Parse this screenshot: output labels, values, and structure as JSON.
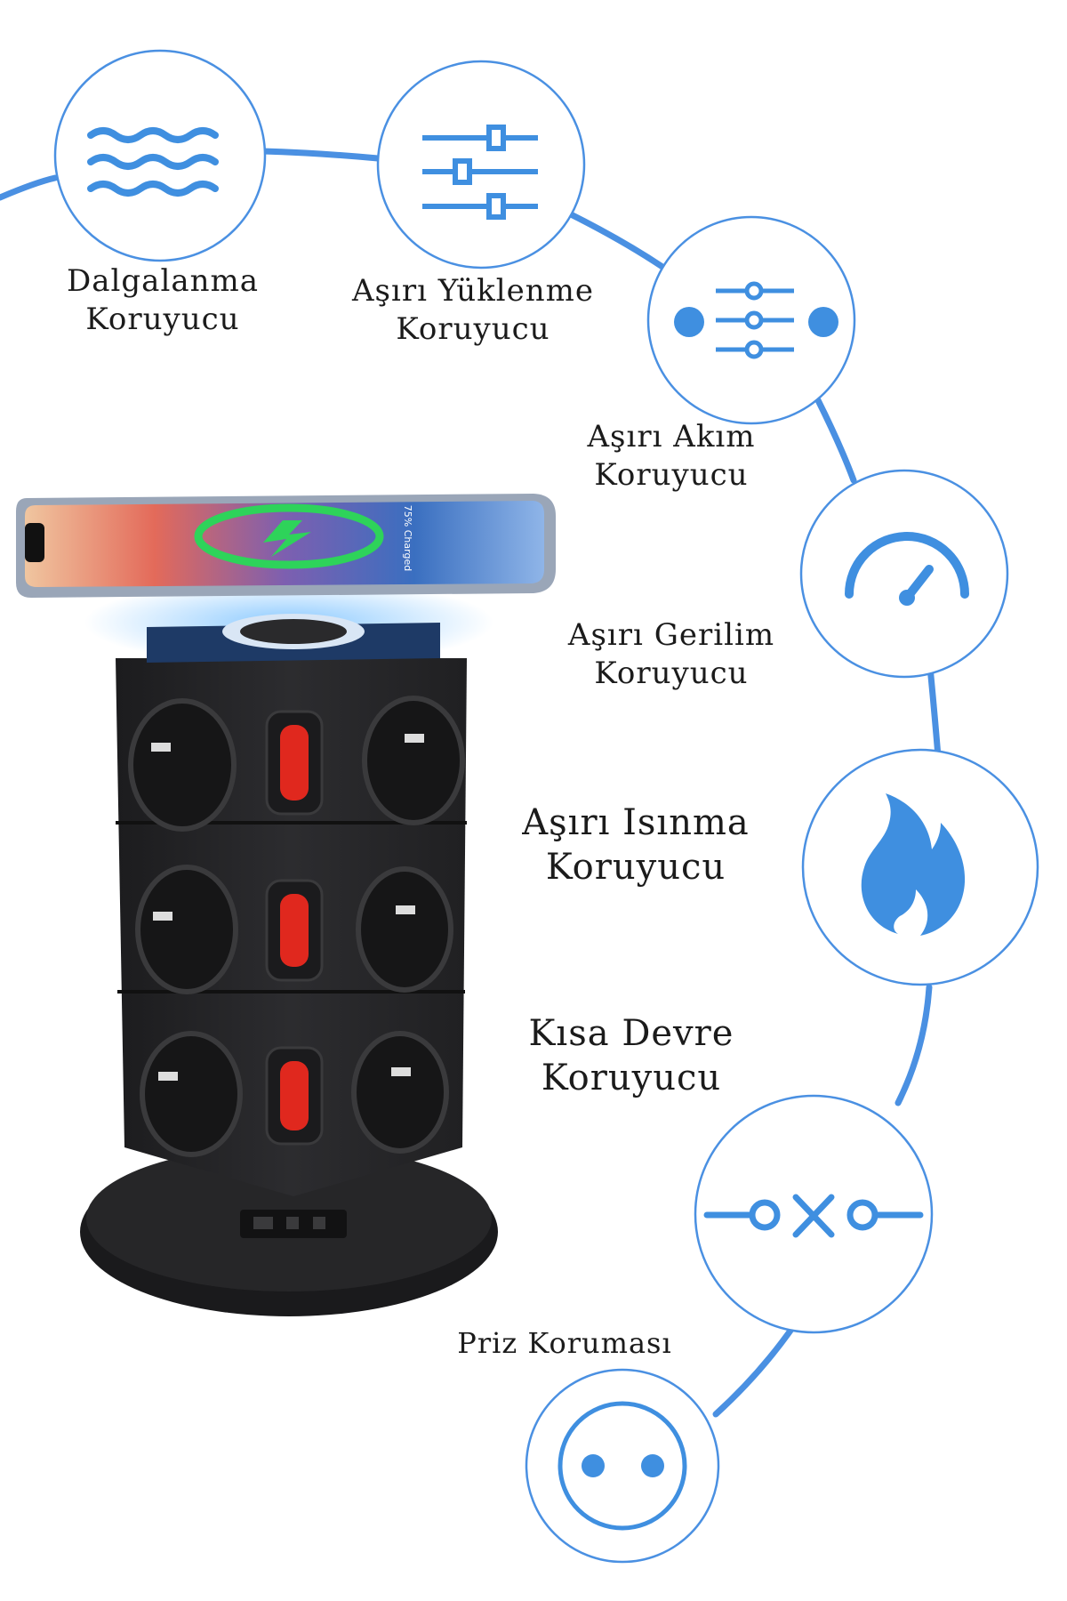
{
  "features": [
    {
      "id": "surge",
      "icon": "waves-icon",
      "line1": "Dalgalanma",
      "line2": "Koruyucu"
    },
    {
      "id": "overload",
      "icon": "sliders-icon",
      "line1": "Aşırı Yüklenme",
      "line2": "Koruyucu"
    },
    {
      "id": "overcurrent",
      "icon": "current-sliders-icon",
      "line1": "Aşırı Akım",
      "line2": "Koruyucu"
    },
    {
      "id": "overvoltage",
      "icon": "gauge-icon",
      "line1": "Aşırı Gerilim",
      "line2": "Koruyucu"
    },
    {
      "id": "overheat",
      "icon": "flame-icon",
      "line1": "Aşırı Isınma",
      "line2": "Koruyucu"
    },
    {
      "id": "shortcircuit",
      "icon": "circuit-break-icon",
      "line1": "Kısa Devre",
      "line2": "Koruyucu"
    },
    {
      "id": "socket",
      "icon": "socket-icon",
      "line1": "Priz Koruması",
      "line2": ""
    }
  ],
  "phone_screen_text": "75% Charged",
  "colors": {
    "accent": "#4a90e2",
    "icon_stroke": "#3f8fe0",
    "tower_body": "#2a2a2c",
    "switch_red": "#e0281e",
    "charge_green": "#2ed35a"
  }
}
